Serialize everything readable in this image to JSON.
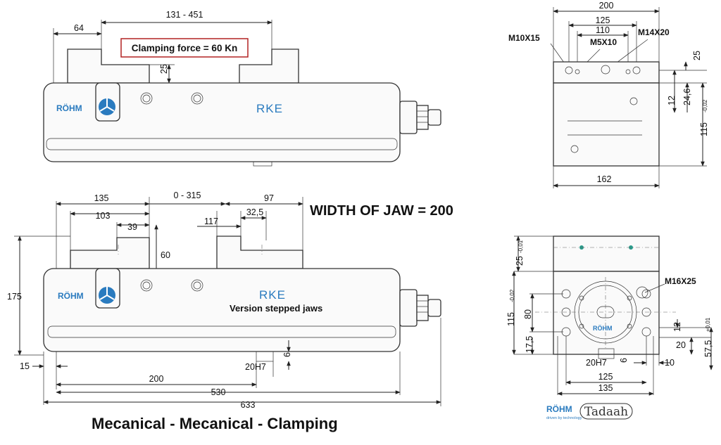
{
  "colors": {
    "line": "#222222",
    "accent_blue": "#2a7bbf",
    "box_red": "#b22222",
    "text": "#111111"
  },
  "top_view": {
    "dim_range": "131 - 451",
    "dim_offset": "64",
    "dim_jaw_height": "25",
    "clamp_label": "Clamping force = 60 Kn",
    "brand": "RÖHM",
    "model": "RKE"
  },
  "side_top": {
    "dim_width": "200",
    "dim_125": "125",
    "dim_110": "110",
    "thread_a": "M10X15",
    "thread_b": "M5X10",
    "thread_c": "M14X20",
    "dim_25": "25",
    "dim_12": "12",
    "dim_246": "24,6",
    "dim_115": "115",
    "tol_115": "-0,02",
    "dim_162": "162"
  },
  "stepped_view": {
    "dim_135": "135",
    "dim_0315": "0 - 315",
    "dim_97": "97",
    "dim_103": "103",
    "dim_325": "32,5",
    "dim_117": "117",
    "dim_39": "39",
    "dim_60": "60",
    "dim_175": "175",
    "brand": "RÖHM",
    "model": "RKE",
    "version_label": "Version stepped jaws",
    "dim_15": "15",
    "dim_20h7": "20H7",
    "dim_6": "6",
    "dim_200": "200",
    "dim_530": "530",
    "dim_633": "633"
  },
  "width_label": "WIDTH  OF JAW = 200",
  "side_bottom": {
    "dim_25": "25",
    "tol_25": "-0,01",
    "thread_d": "M16X25",
    "dim_115": "115",
    "tol_115": "-0,02",
    "dim_80": "80",
    "dim_175": "17,5",
    "dim_12": "12",
    "tol_12": "+0,01",
    "dim_20": "20",
    "dim_575": "57,5",
    "dim_20h7": "20H7",
    "dim_6": "6",
    "dim_10": "10",
    "dim_125": "125",
    "dim_135": "135",
    "brand": "RÖHM"
  },
  "footer": {
    "title": "Mecanical - Mecanical - Clamping",
    "logo_rohm": "RÖHM",
    "logo_rohm_tag": "driven by technology",
    "logo_tadaah": "Tadaah"
  }
}
